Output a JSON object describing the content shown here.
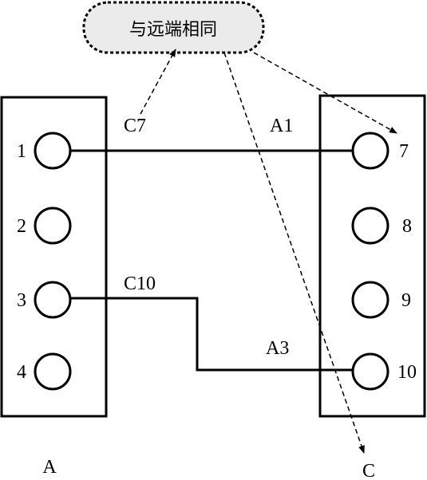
{
  "callout": {
    "text": "与远端相同"
  },
  "terminal_blocks": {
    "left": {
      "name": "A",
      "pins": [
        "1",
        "2",
        "3",
        "4"
      ]
    },
    "right": {
      "name": "C",
      "pins": [
        "7",
        "8",
        "9",
        "10"
      ]
    }
  },
  "wire_labels": {
    "c7": "C7",
    "a1": "A1",
    "c10": "C10",
    "a3": "A3"
  },
  "colors": {
    "line": "#000000",
    "callout_fill": "#ebebeb"
  }
}
